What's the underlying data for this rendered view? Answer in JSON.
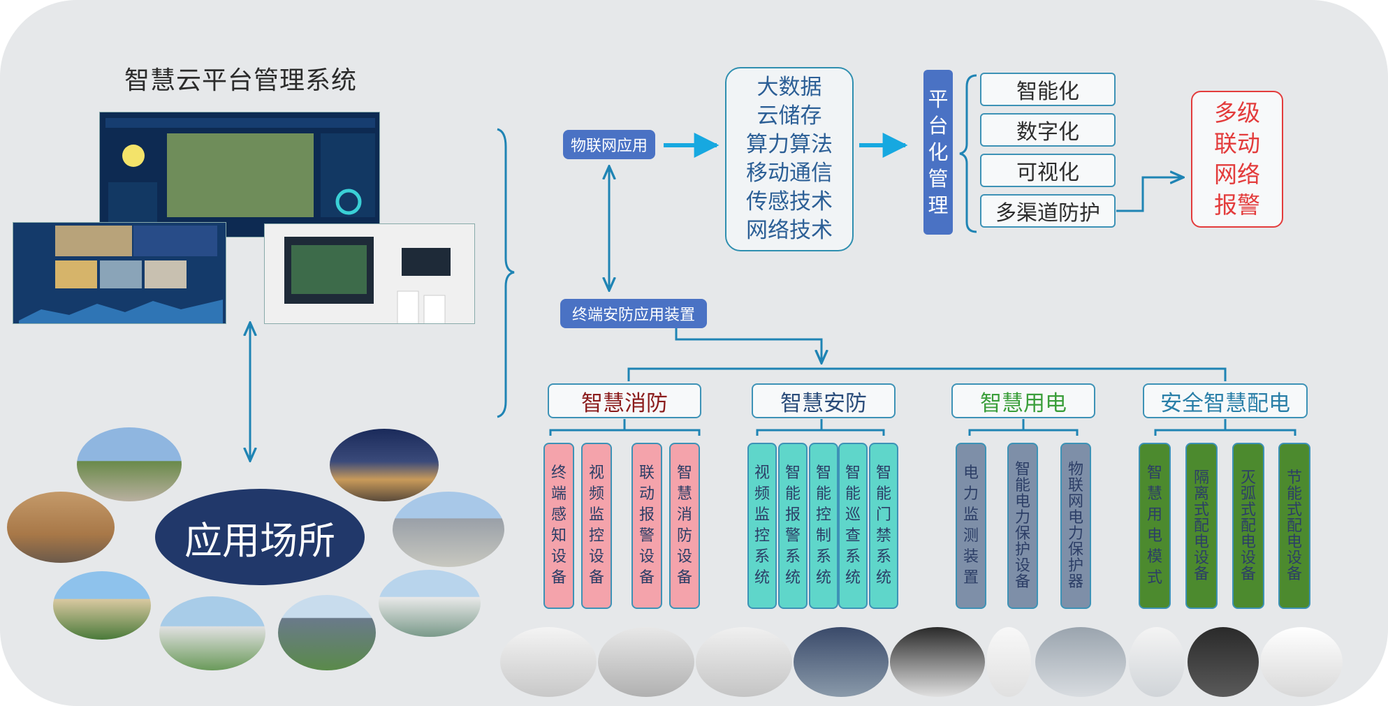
{
  "title": "智慧云平台管理系统",
  "iot_app": "物联网应用",
  "terminal_device": "终端安防应用装置",
  "tech": [
    "大数据",
    "云储存",
    "算力算法",
    "移动通信",
    "传感技术",
    "网络技术"
  ],
  "platform": "平台化管理",
  "attributes": [
    "智能化",
    "数字化",
    "可视化",
    "多渠道防护"
  ],
  "alarm": [
    "多级",
    "联动",
    "网络",
    "报警"
  ],
  "venue": "应用场所",
  "categories": [
    {
      "label": "智慧消防",
      "color": "#8b1c1c"
    },
    {
      "label": "智慧安防",
      "color": "#2a4c7a"
    },
    {
      "label": "智慧用电",
      "color": "#3a9e3a"
    },
    {
      "label": "安全智慧配电",
      "color": "#2a7fa8"
    }
  ],
  "devices": [
    [
      "终端感知设备",
      "视频监控设备",
      "联动报警设备",
      "智慧消防设备"
    ],
    [
      "视频监控系统",
      "智能报警系统",
      "智能控制系统",
      "智能巡查系统",
      "智能门禁系统"
    ],
    [
      "电力监测装置",
      "智能电力保护设备",
      "物联网电力保护器"
    ],
    [
      "智慧用电模式",
      "隔离式配电设备",
      "灭弧式配电设备",
      "节能式配电设备"
    ]
  ],
  "colors": {
    "accent_blue": "#4a72c4",
    "line": "#1f84b4",
    "arrow": "#17a8e0",
    "fire_fill": "#f4a3ab",
    "security_fill": "#5fd6ca",
    "electric_fill": "#7e8fa8",
    "distribution_fill": "#4c8a2e",
    "alarm_red": "#e33c3c"
  }
}
